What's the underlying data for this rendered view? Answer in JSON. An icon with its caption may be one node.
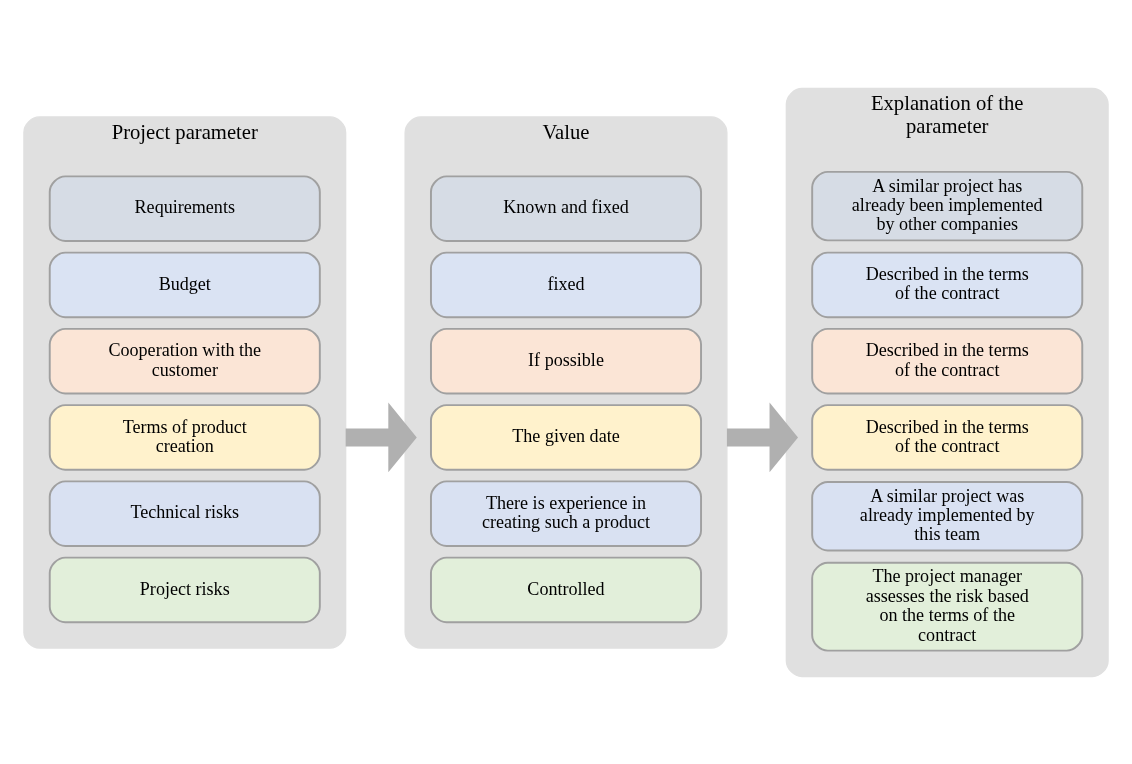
{
  "diagram": {
    "nodes": [
      {
        "text": [
          "Project parameter"
        ]
      },
      {
        "text": [
          "Requirements"
        ],
        "in": 0
      },
      {
        "text": [
          "Budget"
        ],
        "in": 0
      },
      {
        "text": [
          "Cooperation with the customer"
        ],
        "in": 0
      },
      {
        "text": [
          "Terms of product creation"
        ],
        "in": 0
      },
      {
        "text": [
          "Technical risks"
        ],
        "in": 0
      },
      {
        "text": [
          "Project risks"
        ],
        "in": 0
      },
      {
        "text": [
          "Value"
        ]
      },
      {
        "text": [
          "Known and fixed"
        ],
        "in": 7
      },
      {
        "text": [
          "fixed"
        ],
        "in": 7
      },
      {
        "text": [
          "If possible"
        ],
        "in": 7
      },
      {
        "text": [
          "The given date"
        ],
        "in": 7
      },
      {
        "text": [
          "There is experience in creating such a product"
        ],
        "in": 7
      },
      {
        "text": [
          "Controlled"
        ],
        "in": 7
      },
      {
        "text": [
          "Explanation of the parameter"
        ]
      },
      {
        "text": [
          "A similar project has already been implemented by other companies"
        ],
        "in": 14
      },
      {
        "text": [
          "Described in the terms of the contract"
        ],
        "in": 14
      },
      {
        "text": [
          "Described in the terms of the contract"
        ],
        "in": 14
      },
      {
        "text": [
          "Described in the terms of the contract"
        ],
        "in": 14
      },
      {
        "text": [
          "A similar project was already implemented by this team"
        ],
        "in": 14
      },
      {
        "text": [
          "The project manager assesses the risk based on the terms of the contract"
        ],
        "in": 14
      }
    ],
    "edges": [
      {
        "from": 0,
        "to": 7,
        "arrow": "to"
      },
      {
        "from": 7,
        "to": 14,
        "arrow": "to"
      }
    ]
  }
}
